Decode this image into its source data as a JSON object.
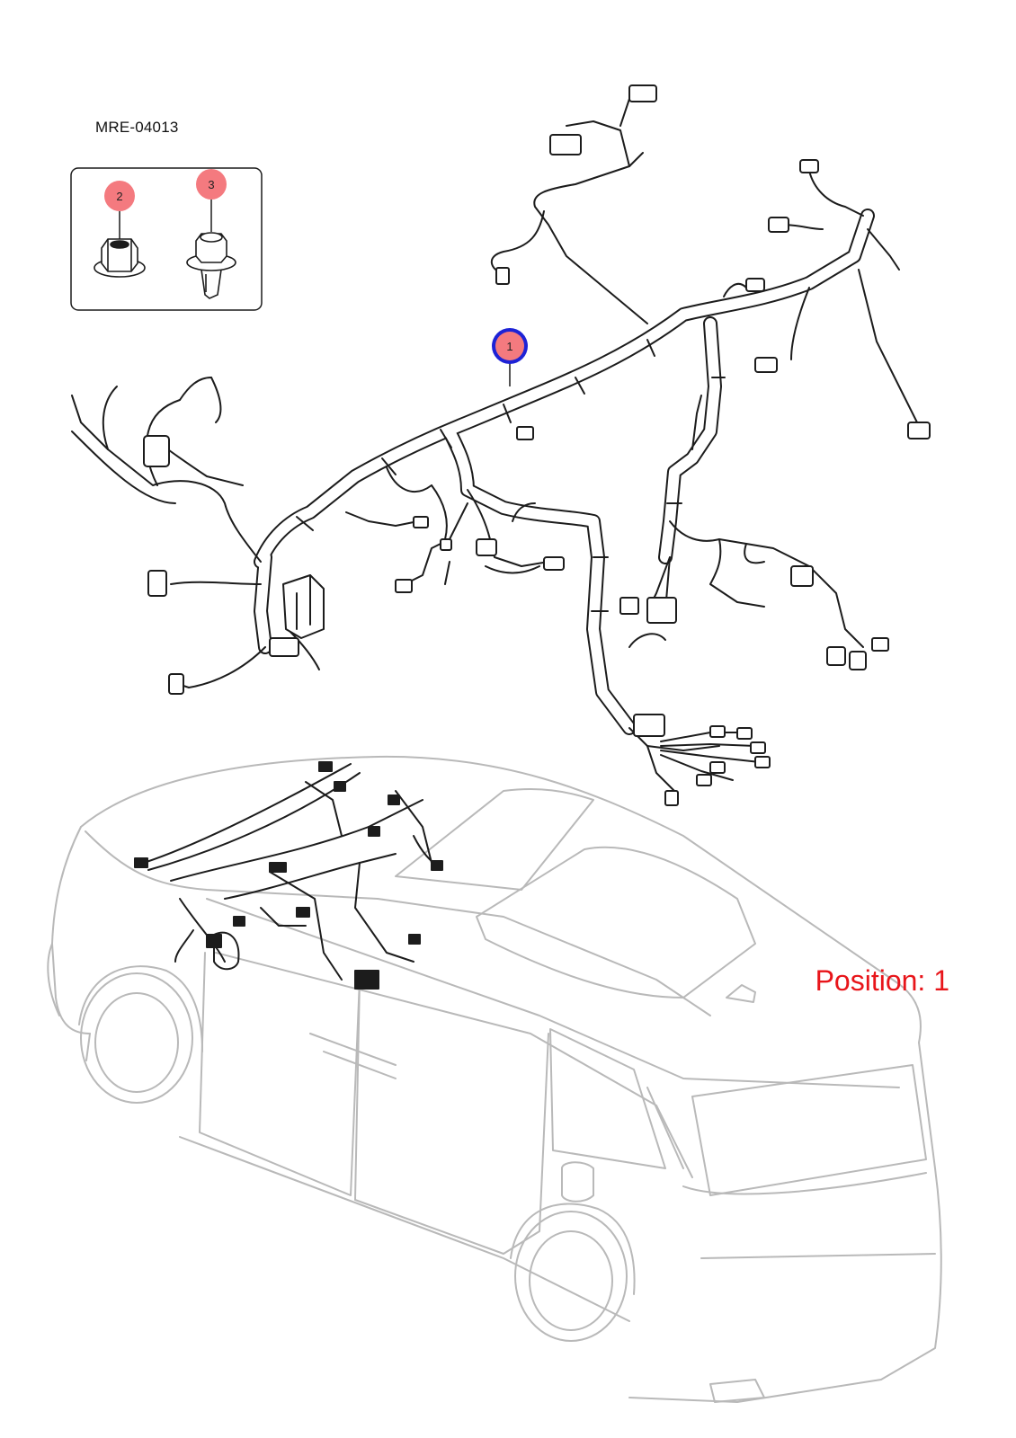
{
  "drawing_code": "MRE-04013",
  "position_text": "Position: 1",
  "callouts": [
    {
      "id": "callout-1",
      "number": "1",
      "selected": true
    },
    {
      "id": "callout-2",
      "number": "2",
      "selected": false
    },
    {
      "id": "callout-3",
      "number": "3",
      "selected": false
    }
  ],
  "colors": {
    "callout_fill": "#f47a7f",
    "callout_selected_border": "#1d22d6",
    "position_text": "#e8151a",
    "car_outline": "#b9b9b9",
    "harness": "#1c1c1c"
  }
}
